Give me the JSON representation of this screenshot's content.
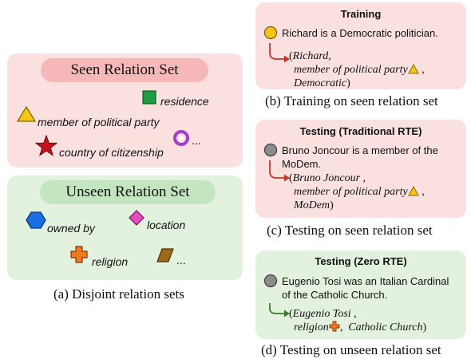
{
  "left": {
    "seen_title": "Seen Relation Set",
    "seen_relations": {
      "residence": "residence",
      "member": "member of political party",
      "citizenship": "country of citizenship",
      "more": "..."
    },
    "unseen_title": "Unseen Relation Set",
    "unseen_relations": {
      "owned_by": "owned by",
      "location": "location",
      "religion": "religion",
      "more": "..."
    },
    "caption": "(a) Disjoint relation sets"
  },
  "training": {
    "title": "Training",
    "sentence": "Richard is a Democratic politician.",
    "triple_open": "(",
    "head": "Richard,",
    "relation": "member of political party",
    "tail_comma": ",",
    "tail": "Democratic",
    "triple_close": ")",
    "caption": "(b) Training on seen relation set"
  },
  "testing_rte": {
    "title": "Testing (Traditional RTE)",
    "sentence": "Bruno Joncour is a member of the MoDem.",
    "triple_open": "(",
    "head": "Bruno Joncour ,",
    "relation": "member of political party",
    "tail_comma": ",",
    "tail": "MoDem",
    "triple_close": ")",
    "caption": "(c) Testing on seen relation set"
  },
  "testing_zero": {
    "title": "Testing (Zero RTE)",
    "sentence": "Eugenio Tosi was an Italian Cardinal of the Catholic Church.",
    "triple_open": "(",
    "head": "Eugenio Tosi ,",
    "relation": "religion",
    "tail_comma": ",",
    "tail": "Catholic Church",
    "triple_close": ")",
    "caption": "(d) Testing on unseen relation set"
  },
  "colors": {
    "pink_panel": "#fbe0e0",
    "green_panel": "#e3f2df",
    "pink_pill": "#f6b7b8",
    "green_pill": "#c3e5bf",
    "red_arrow": "#c0392b",
    "green_arrow": "#3a7d2c"
  }
}
